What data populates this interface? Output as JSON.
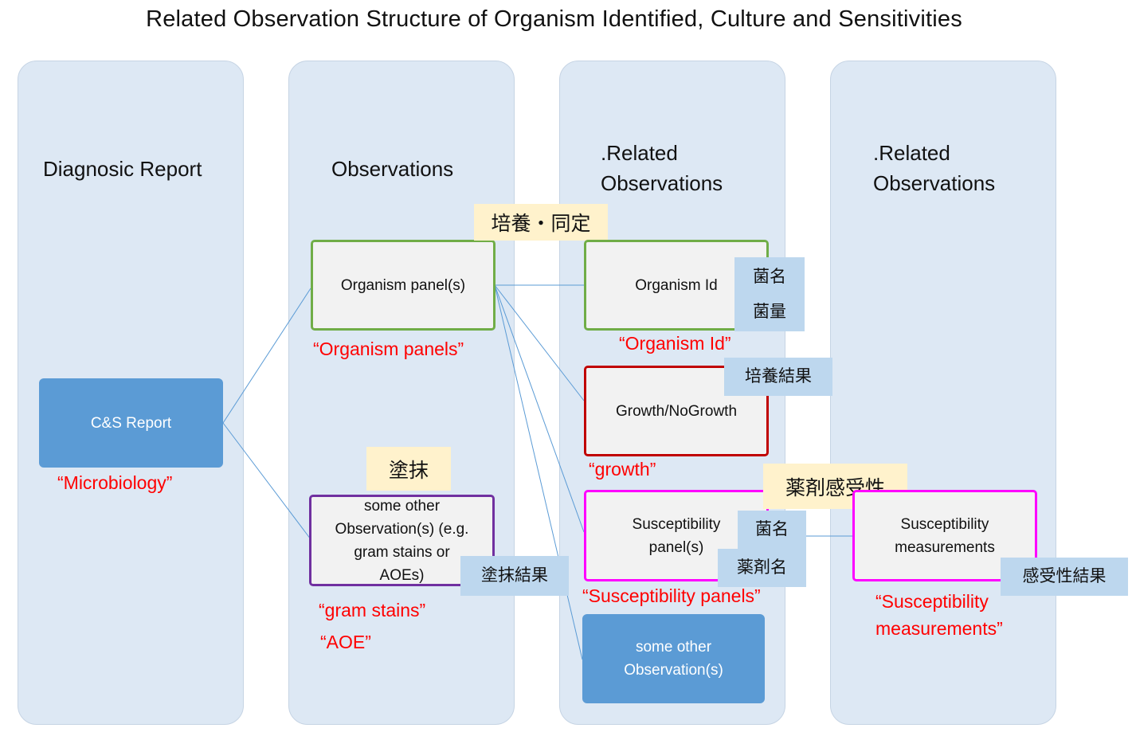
{
  "title": "Related Observation Structure of Organism Identified, Culture and Sensitivities",
  "columns": [
    {
      "header": "Diagnosic Report"
    },
    {
      "header": "Observations"
    },
    {
      "header_line1": ".Related",
      "header_line2": "Observations"
    },
    {
      "header_line1": ".Related",
      "header_line2": "Observations"
    }
  ],
  "nodes": {
    "cs_report": {
      "label": "C&S Report",
      "caption": "“Microbiology”"
    },
    "organism_panels": {
      "label": "Organism panel(s)",
      "caption": "“Organism panels”",
      "tag": "培養・同定"
    },
    "other_observations": {
      "line1": "some other",
      "line2": "Observation(s) (e.g.",
      "line3": "gram stains or",
      "line4": "AOEs)",
      "caption1": "“gram stains”",
      "caption2": "“AOE”",
      "tag": "塗抹",
      "sub": "塗抹結果"
    },
    "organism_id": {
      "label": "Organism Id",
      "caption": "“Organism Id”",
      "sub1": "菌名",
      "sub2": "菌量"
    },
    "growth": {
      "label": "Growth/NoGrowth",
      "caption": "“growth”",
      "sub": "培養結果"
    },
    "susceptibility_panels": {
      "line1": "Susceptibility",
      "line2": "panel(s)",
      "caption": "“Susceptibility panels”",
      "tag": "薬剤感受性",
      "sub1": "菌名",
      "sub2": "薬剤名"
    },
    "some_other_related": {
      "line1": "some other",
      "line2": "Observation(s)"
    },
    "susceptibility_measurements": {
      "line1": "Susceptibility",
      "line2": "measurements",
      "caption1": "“Susceptibility",
      "caption2": "measurements”",
      "sub": "感受性結果"
    }
  },
  "colors": {
    "column_bg": "#dde8f4",
    "connector": "#5b9bd5",
    "caption": "#ff0000",
    "green": "#70ad47",
    "red": "#c00000",
    "purple": "#7030a0",
    "magenta": "#ff00ff",
    "filled": "#5b9bd5",
    "jp_yellow": "#fff2cc",
    "jp_blue": "#bdd7ee"
  }
}
